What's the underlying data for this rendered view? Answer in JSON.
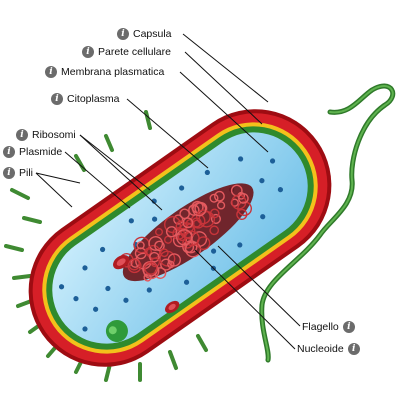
{
  "diagram": {
    "labels": [
      {
        "key": "capsula",
        "text": "Capsula"
      },
      {
        "key": "parete",
        "text": "Parete cellulare"
      },
      {
        "key": "membrana",
        "text": "Membrana plasmatica"
      },
      {
        "key": "citoplasma",
        "text": "Citoplasma"
      },
      {
        "key": "ribosomi",
        "text": "Ribosomi"
      },
      {
        "key": "plasmide",
        "text": "Plasmide"
      },
      {
        "key": "pili",
        "text": "Pili"
      },
      {
        "key": "flagello",
        "text": "Flagello"
      },
      {
        "key": "nucleoide",
        "text": "Nucleoide"
      }
    ],
    "info_glyph": "i",
    "colors": {
      "capsule_dark": "#b40f17",
      "capsule": "#d61f27",
      "wall": "#f3c11b",
      "membrane": "#2f8a2d",
      "cytoplasm": "#8fd2f0",
      "nucleoid": "#8e1a1e",
      "flagellum": "#2f7a2a",
      "pili": "#3f8a32"
    }
  }
}
